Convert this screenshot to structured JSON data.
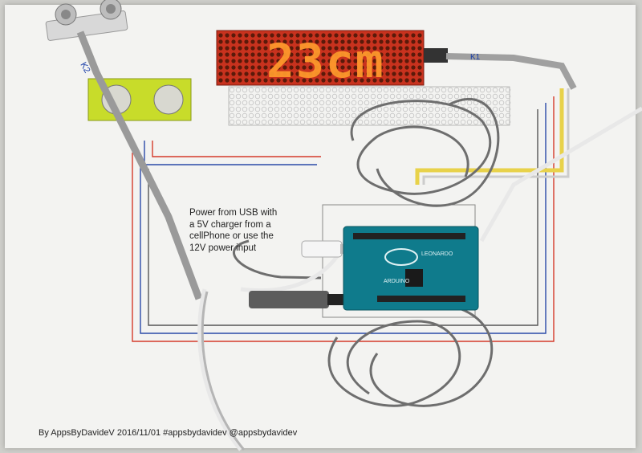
{
  "photo": {
    "power_note_lines": [
      "Power from USB with",
      "a 5V charger from a",
      "cellPhone or use the",
      "12V power input"
    ],
    "footer": "By AppsByDavideV 2016/11/01  #appsbydavidev @appsbydavidev",
    "matrix_display_text": "23cm",
    "sensor_cable_label": "K2",
    "matrix_cable_label": "K1",
    "board_brand": "ARDUINO",
    "board_model": "LEONARDO"
  },
  "colors": {
    "paper": "#f3f3f1",
    "led_on": "#ff8a1c",
    "led_off": "#5a1a0a",
    "matrix_body": "#c8321e",
    "pcb": "#0f7b8c",
    "sensor_board": "#c8dc2a",
    "wire_red": "#d43a2a",
    "wire_blue": "#2a4aa8",
    "wire_yellow": "#e8d24a",
    "cable_gray": "#8c8c8c"
  },
  "icons": [
    "ultrasonic-sensor-icon",
    "led-matrix-icon",
    "arduino-board-icon",
    "usb-plug-icon",
    "barrel-jack-icon"
  ]
}
